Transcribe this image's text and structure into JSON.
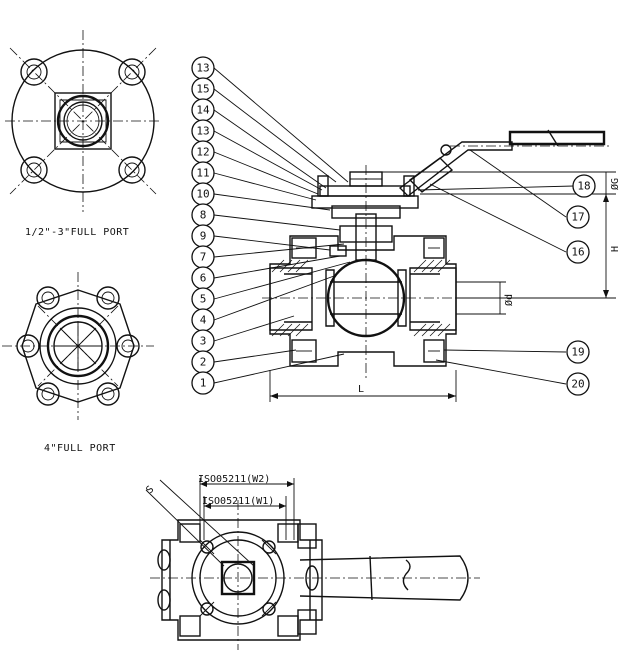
{
  "captions": {
    "top_view_small": "1/2\"-3\"FULL PORT",
    "top_view_large": "4\"FULL PORT"
  },
  "dimensions": {
    "length": "L",
    "height": "H",
    "bore": "Ød",
    "stem": "ØG",
    "iso_w2": "ISO05211(W2)",
    "iso_w1": "ISO05211(W1)",
    "square": "S"
  },
  "callouts_left": [
    "13",
    "15",
    "14",
    "13",
    "12",
    "11",
    "10",
    "8",
    "9",
    "7",
    "6",
    "5",
    "4",
    "3",
    "2",
    "1"
  ],
  "callouts_right": [
    "18",
    "17",
    "16",
    "19",
    "20"
  ]
}
